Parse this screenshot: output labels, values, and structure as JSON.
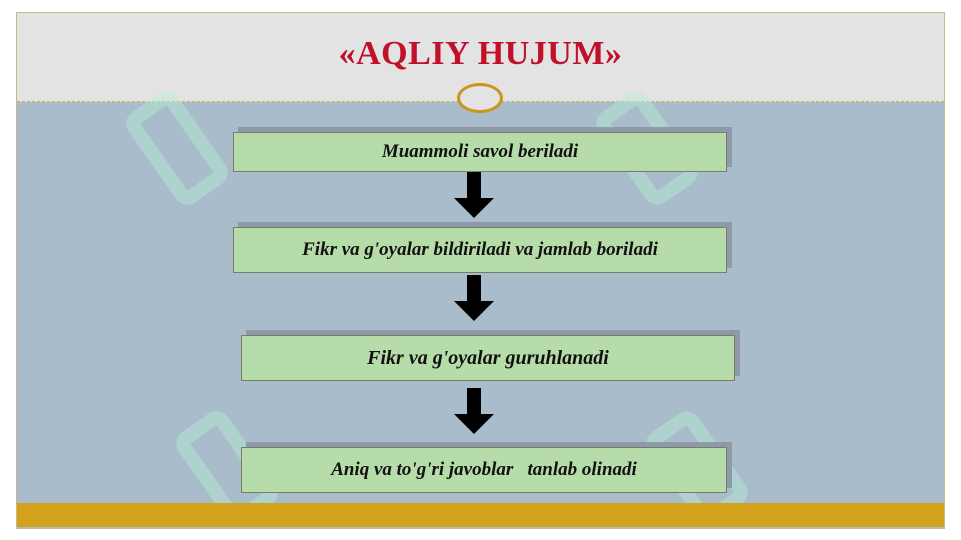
{
  "slide": {
    "title": "«AQLIY HUJUM»"
  },
  "flow": {
    "steps": [
      "Muammoli savol beriladi",
      "Fikr va g'oyalar bildiriladi va jamlab boriladi",
      "Fikr va g'oyalar guruhlanadi",
      "Aniq va to'g'ri javoblar   tanlab olinadi"
    ]
  },
  "colors": {
    "title": "#c0102a",
    "box_fill": "#b6dcaa",
    "background": "#a9bccb",
    "header": "#e3e3e3",
    "accent_bar": "#d3a21c",
    "arrow": "#000000"
  }
}
